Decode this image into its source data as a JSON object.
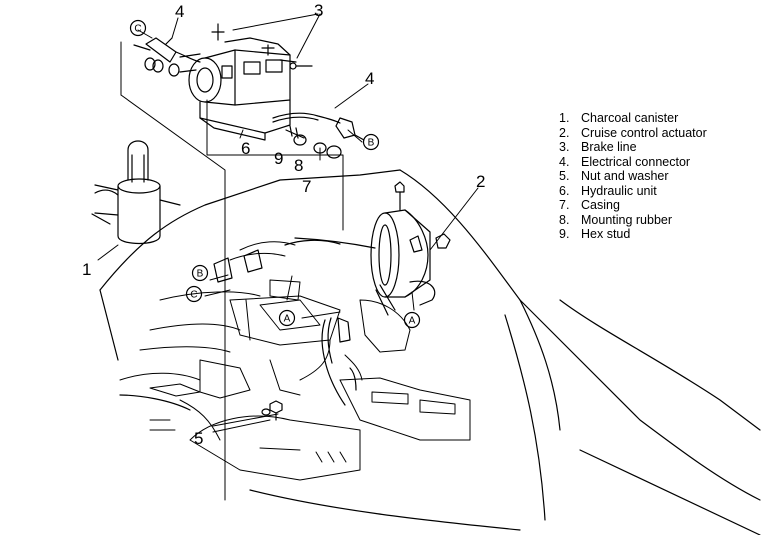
{
  "legend": [
    {
      "num": "1.",
      "label": "Charcoal canister"
    },
    {
      "num": "2.",
      "label": "Cruise control actuator"
    },
    {
      "num": "3.",
      "label": "Brake line"
    },
    {
      "num": "4.",
      "label": "Electrical connector"
    },
    {
      "num": "5.",
      "label": "Nut and washer"
    },
    {
      "num": "6.",
      "label": "Hydraulic unit"
    },
    {
      "num": "7.",
      "label": "Casing"
    },
    {
      "num": "8.",
      "label": "Mounting rubber"
    },
    {
      "num": "9.",
      "label": "Hex stud"
    }
  ],
  "callouts": {
    "c1": "1",
    "c2": "2",
    "c3": "3",
    "c4a": "4",
    "c4b": "4",
    "c5": "5",
    "c6": "6",
    "c7": "7",
    "c8": "8",
    "c9": "9"
  },
  "connectors": {
    "a1": "A",
    "a2": "A",
    "b1": "B",
    "b2": "B",
    "c1": "C",
    "c2": "C"
  }
}
